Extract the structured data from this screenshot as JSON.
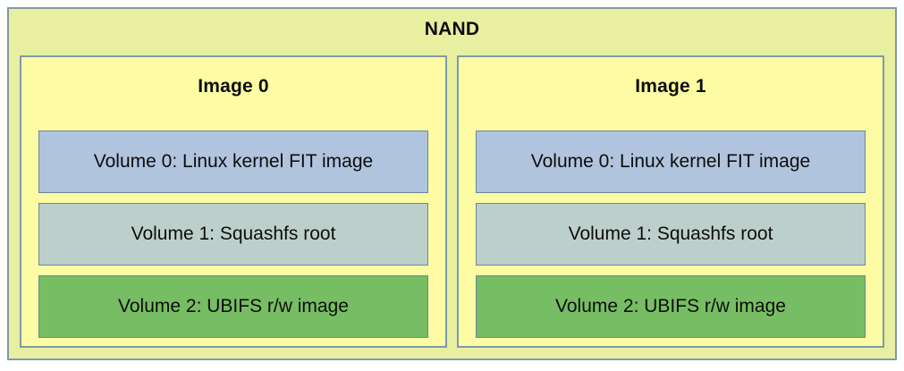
{
  "diagram": {
    "title": "NAND",
    "colors": {
      "outer_fill": "#e8efa1",
      "image_fill": "#fdfca5",
      "border": "#7d9aa8",
      "volume_border": "#6d8799",
      "volume_kernel_fill": "#b0c4de",
      "volume_squashfs_fill": "#bdcfcb",
      "volume_ubifs_fill": "#77bd63",
      "text": "#0d0d0d",
      "page_background": "#ffffff"
    },
    "images": [
      {
        "title": "Image 0",
        "volumes": [
          {
            "label": "Volume 0: Linux kernel FIT image"
          },
          {
            "label": "Volume 1: Squashfs root"
          },
          {
            "label": "Volume 2: UBIFS r/w image"
          }
        ]
      },
      {
        "title": "Image 1",
        "volumes": [
          {
            "label": "Volume 0: Linux kernel FIT image"
          },
          {
            "label": "Volume 1: Squashfs root"
          },
          {
            "label": "Volume 2: UBIFS r/w image"
          }
        ]
      }
    ]
  }
}
